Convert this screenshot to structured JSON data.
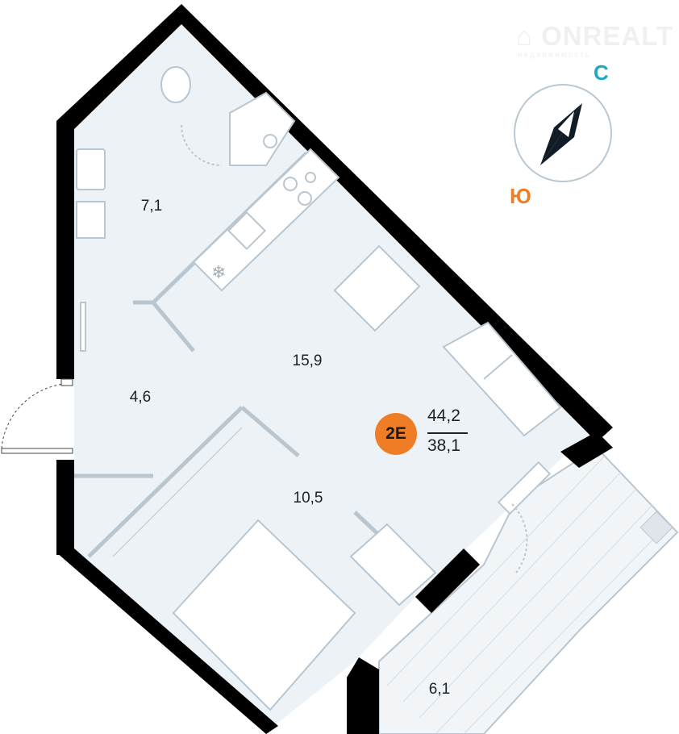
{
  "rooms": [
    {
      "id": "bathroom",
      "area": "7,1"
    },
    {
      "id": "living-kitchen",
      "area": "15,9"
    },
    {
      "id": "hallway",
      "area": "4,6"
    },
    {
      "id": "bedroom",
      "area": "10,5"
    },
    {
      "id": "balcony",
      "area": "6,1"
    }
  ],
  "apartment": {
    "type_badge": "2E",
    "total_area": "44,2",
    "living_area": "38,1"
  },
  "compass": {
    "north": "С",
    "south": "Ю"
  },
  "watermark": {
    "brand": "ONREALT",
    "subtitle": "недвижимость"
  },
  "colors": {
    "wall": "#000000",
    "floor": "#edf2f6",
    "badge": "#ef7d25",
    "north": "#22a6c6",
    "south": "#ea7e2a"
  }
}
